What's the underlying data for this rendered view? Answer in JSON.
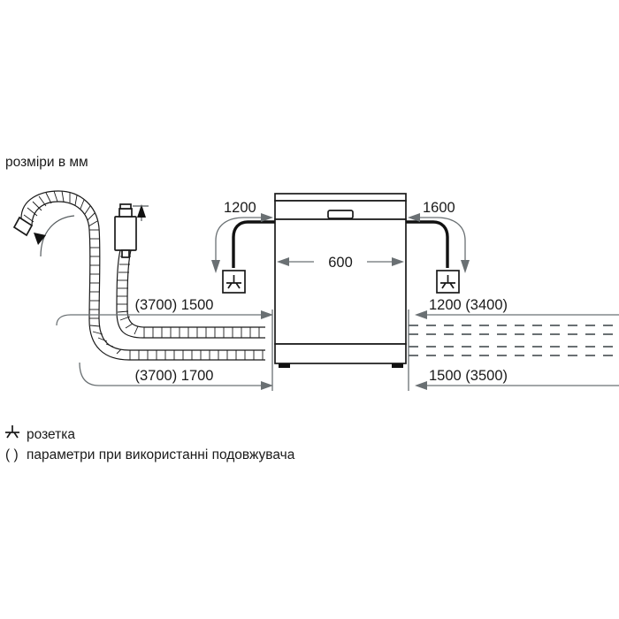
{
  "diagram": {
    "title": "розміри в мм",
    "appliance": {
      "name": "dishwasher",
      "width_label": "600"
    },
    "dimensions": {
      "top_left": "1200",
      "top_right": "1600",
      "mid_left": "(3700) 1500",
      "mid_right": "1200 (3400)",
      "bottom_left": "(3700) 1700",
      "bottom_right": "1500 (3500)"
    },
    "legend": [
      {
        "symbol": "socket-icon",
        "text": "розетка"
      },
      {
        "symbol": "parentheses",
        "text": "параметри при використанні подовжувача"
      }
    ],
    "legend_paren_mark": "( )",
    "colors": {
      "outline": "#1a1a1a",
      "dimension_line": "#6a7073",
      "cable": "#111111",
      "background": "#ffffff"
    }
  }
}
